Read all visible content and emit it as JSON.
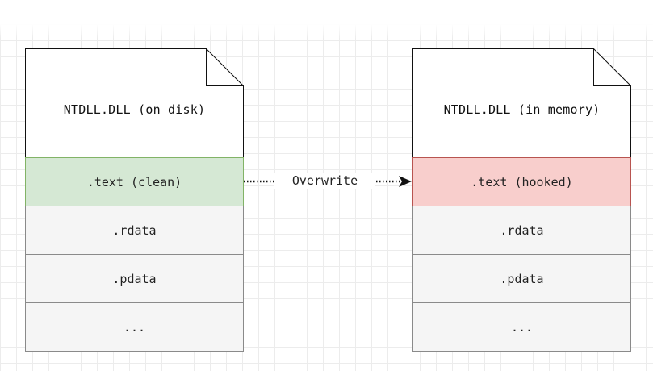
{
  "diagram": {
    "left_file": {
      "title": "NTDLL.DLL (on disk)",
      "sections": [
        {
          "label": ".text (clean)",
          "fill": "#d5e8d4",
          "stroke": "#82b366"
        },
        {
          "label": ".rdata",
          "fill": "#f5f5f5",
          "stroke": "#8a8a8a"
        },
        {
          "label": ".pdata",
          "fill": "#f5f5f5",
          "stroke": "#8a8a8a"
        },
        {
          "label": "...",
          "fill": "#f5f5f5",
          "stroke": "#8a8a8a"
        }
      ]
    },
    "right_file": {
      "title": "NTDLL.DLL (in memory)",
      "sections": [
        {
          "label": ".text (hooked)",
          "fill": "#f8cecc",
          "stroke": "#b85450"
        },
        {
          "label": ".rdata",
          "fill": "#f5f5f5",
          "stroke": "#8a8a8a"
        },
        {
          "label": ".pdata",
          "fill": "#f5f5f5",
          "stroke": "#8a8a8a"
        },
        {
          "label": "...",
          "fill": "#f5f5f5",
          "stroke": "#8a8a8a"
        }
      ]
    },
    "connector": {
      "label": "Overwrite",
      "style": "dotted",
      "direction": "left-to-right"
    }
  }
}
